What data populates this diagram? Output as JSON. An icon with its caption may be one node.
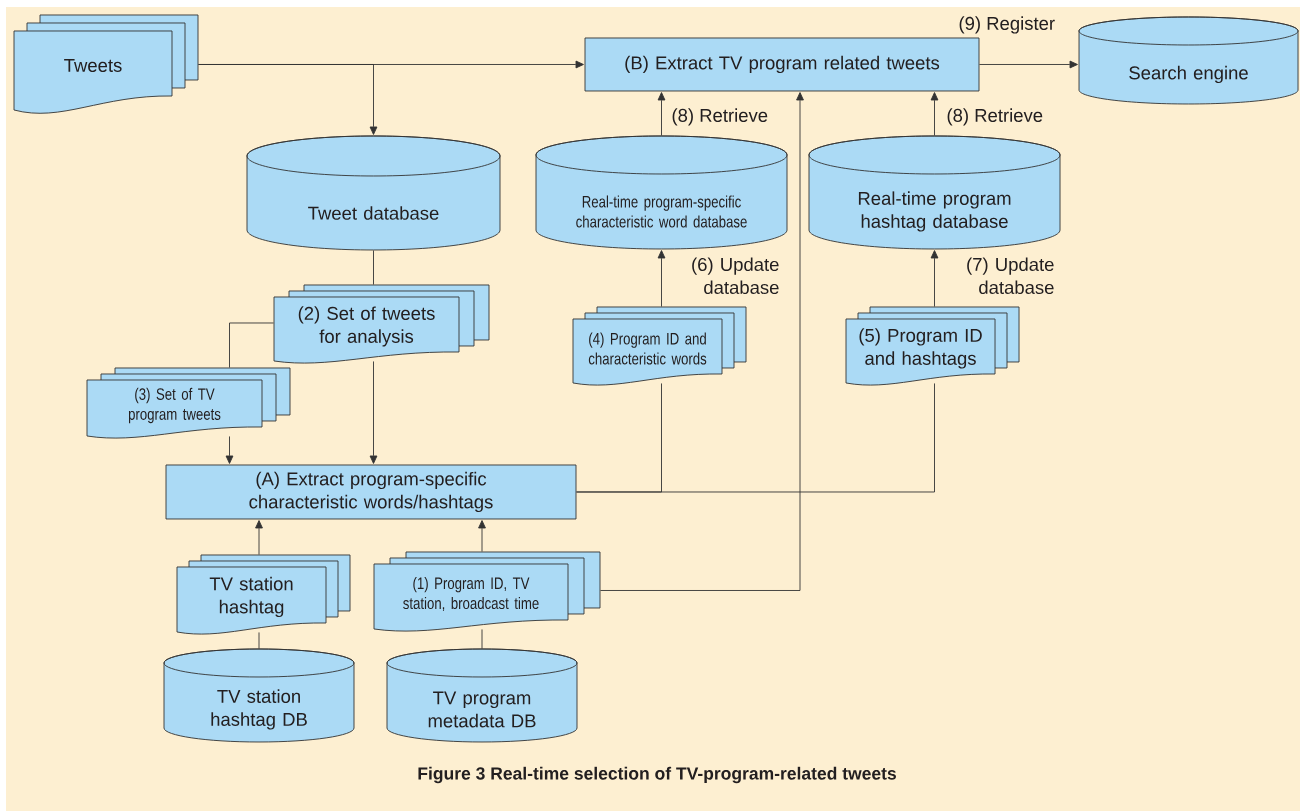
{
  "diagram": {
    "caption": "Figure 3  Real-time selection of TV-program-related tweets",
    "nodes": [
      {
        "text": [
          "Tweets"
        ]
      },
      {
        "text": [
          "(B) Extract TV program related tweets"
        ]
      },
      {
        "text": [
          "Search engine"
        ]
      },
      {
        "text": [
          "Tweet database"
        ]
      },
      {
        "text": [
          "Real-time program-specific characteristic word database"
        ]
      },
      {
        "text": [
          "Real-time program hashtag database"
        ]
      },
      {
        "text": [
          "(2) Set of tweets for analysis"
        ]
      },
      {
        "text": [
          "(4) Program ID and characteristic words"
        ]
      },
      {
        "text": [
          "(5) Program ID and hashtags"
        ]
      },
      {
        "text": [
          "(3) Set of TV program tweets"
        ]
      },
      {
        "text": [
          "(A) Extract program-specific characteristic words/hashtags"
        ]
      },
      {
        "text": [
          "TV station hashtag"
        ]
      },
      {
        "text": [
          "(1) Program ID, TV station, broadcast time"
        ]
      },
      {
        "text": [
          "TV station hashtag DB"
        ]
      },
      {
        "text": [
          "TV program metadata DB"
        ]
      }
    ],
    "edges": [
      {
        "from": 0,
        "to": 1,
        "arrow": "to"
      },
      {
        "from": 0,
        "to": 3,
        "arrow": "to"
      },
      {
        "from": 1,
        "to": 2,
        "arrow": "to",
        "label": "(9) Register"
      },
      {
        "from": 4,
        "to": 1,
        "arrow": "to",
        "label": "(8) Retrieve"
      },
      {
        "from": 5,
        "to": 1,
        "arrow": "to",
        "label": "(8) Retrieve"
      },
      {
        "from": 3,
        "to": 6,
        "arrow": "none"
      },
      {
        "from": 6,
        "to": 9,
        "arrow": "none"
      },
      {
        "from": 6,
        "to": 10,
        "arrow": "to"
      },
      {
        "from": 9,
        "to": 10,
        "arrow": "to"
      },
      {
        "from": 7,
        "to": 4,
        "arrow": "to",
        "label": "(6) Update database"
      },
      {
        "from": 8,
        "to": 5,
        "arrow": "to",
        "label": "(7) Update database"
      },
      {
        "from": 10,
        "to": 7,
        "arrow": "none"
      },
      {
        "from": 10,
        "to": 8,
        "arrow": "none"
      },
      {
        "from": 11,
        "to": 10,
        "arrow": "to"
      },
      {
        "from": 13,
        "to": 11,
        "arrow": "none"
      },
      {
        "from": 12,
        "to": 10,
        "arrow": "to"
      },
      {
        "from": 14,
        "to": 12,
        "arrow": "none"
      },
      {
        "from": 12,
        "to": 1,
        "arrow": "to"
      }
    ]
  }
}
